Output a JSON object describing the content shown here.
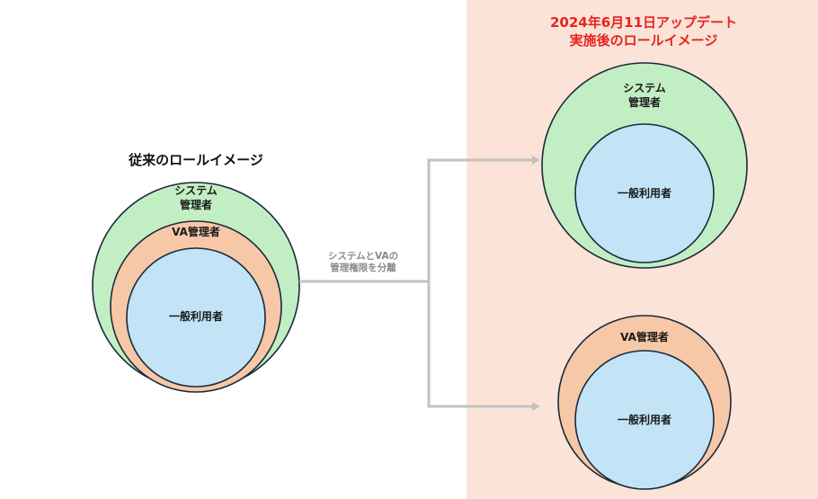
{
  "colors": {
    "panel_bg": "#fbe3d8",
    "system_admin_fill": "#c2eec4",
    "va_admin_fill": "#f6c8a8",
    "general_user_fill": "#c3e3f6",
    "ring_stroke": "#1b2a3a",
    "title_red": "#e8231d",
    "connector": "#c2c2c2"
  },
  "left": {
    "title": "従来のロールイメージ",
    "system_admin": [
      "システム",
      "管理者"
    ],
    "va_admin": "VA管理者",
    "general_user": "一般利用者"
  },
  "connector_label": [
    "システムとVAの",
    "管理権限を分離"
  ],
  "right": {
    "title": [
      "2024年6月11日アップデート",
      "実施後のロールイメージ"
    ],
    "top": {
      "system_admin": [
        "システム",
        "管理者"
      ],
      "general_user": "一般利用者"
    },
    "bottom": {
      "va_admin": "VA管理者",
      "general_user": "一般利用者"
    }
  }
}
